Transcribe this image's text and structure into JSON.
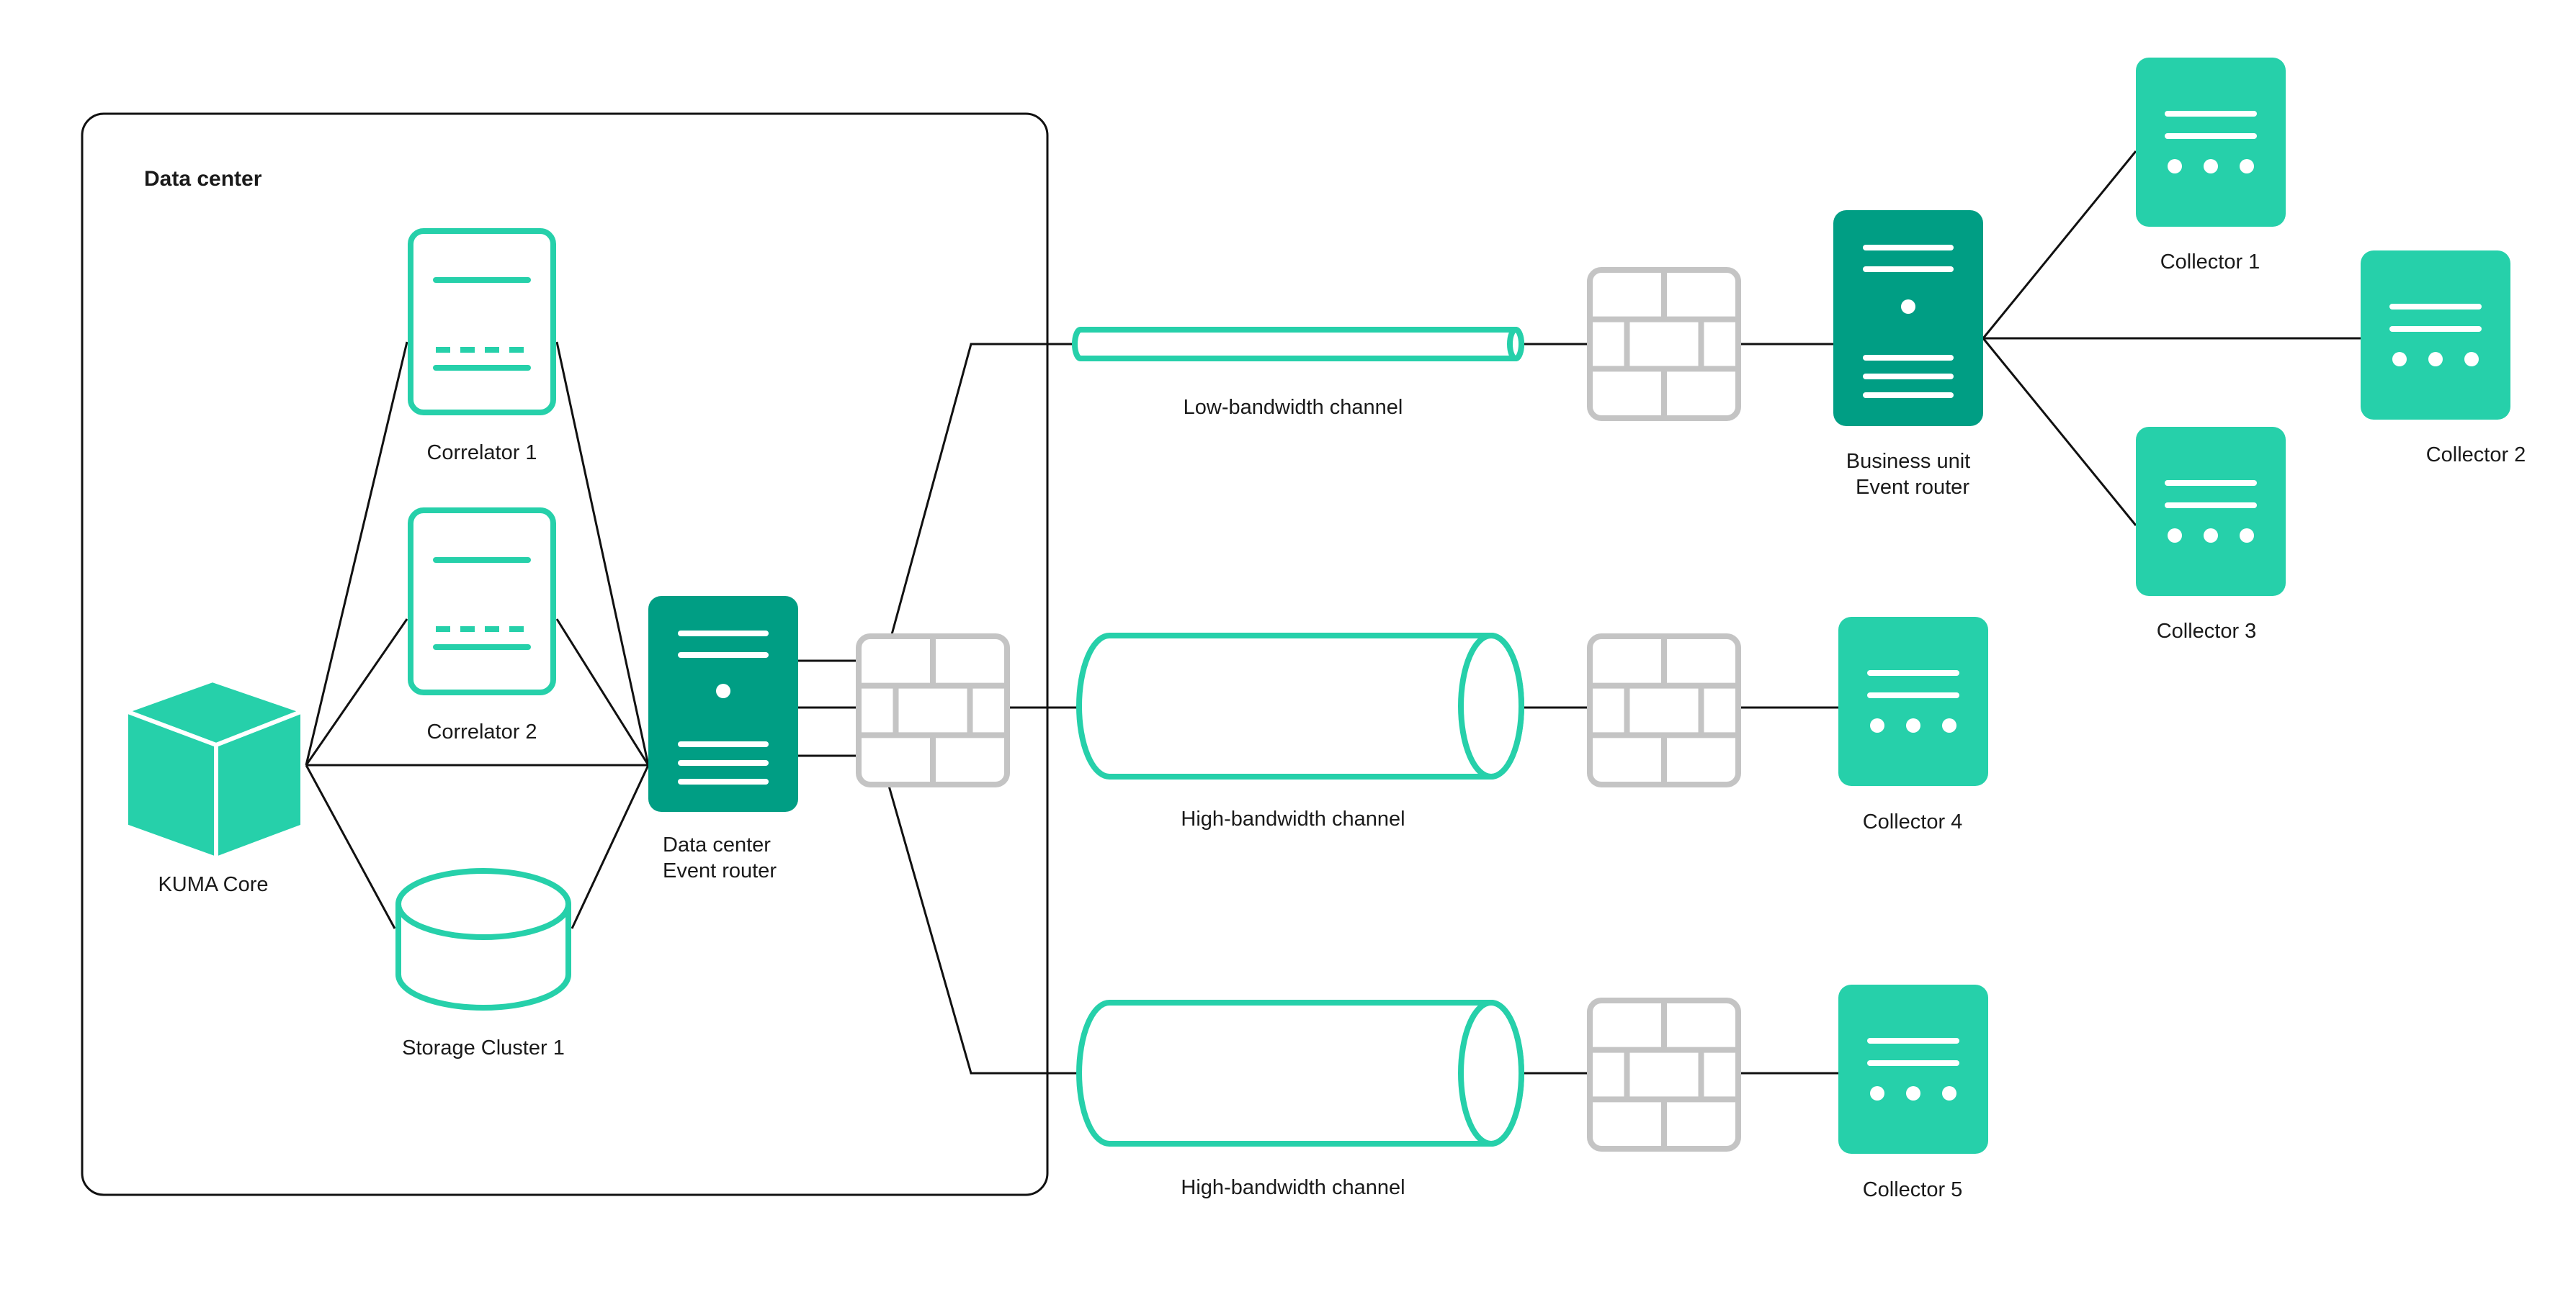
{
  "colors": {
    "accent": "#26d0aa",
    "accent_dark": "#009e84",
    "firewall": "#c4c4c4",
    "line": "#111111"
  },
  "data_center": {
    "title": "Data center"
  },
  "nodes": {
    "kuma_core": {
      "label": "KUMA Core",
      "icon": "cube-icon"
    },
    "correlator_1": {
      "label": "Correlator 1",
      "icon": "correlator-server-icon"
    },
    "correlator_2": {
      "label": "Correlator 2",
      "icon": "correlator-server-icon"
    },
    "storage_cluster_1": {
      "label": "Storage Cluster 1",
      "icon": "database-icon"
    },
    "dc_event_router": {
      "label_line1": "Data center",
      "label_line2": "Event router",
      "icon": "router-server-icon"
    },
    "bu_event_router": {
      "label_line1": "Business unit",
      "label_line2": "Event router",
      "icon": "router-server-icon"
    },
    "collector_1": {
      "label": "Collector 1",
      "icon": "collector-server-icon"
    },
    "collector_2": {
      "label": "Collector 2",
      "icon": "collector-server-icon"
    },
    "collector_3": {
      "label": "Collector 3",
      "icon": "collector-server-icon"
    },
    "collector_4": {
      "label": "Collector 4",
      "icon": "collector-server-icon"
    },
    "collector_5": {
      "label": "Collector 5",
      "icon": "collector-server-icon"
    }
  },
  "channels": {
    "low_bandwidth": {
      "label": "Low-bandwidth channel",
      "icon": "thin-pipe-icon"
    },
    "high_bandwidth_1": {
      "label": "High-bandwidth channel",
      "icon": "wide-pipe-icon"
    },
    "high_bandwidth_2": {
      "label": "High-bandwidth channel",
      "icon": "wide-pipe-icon"
    }
  },
  "firewall_icon": "firewall-icon"
}
